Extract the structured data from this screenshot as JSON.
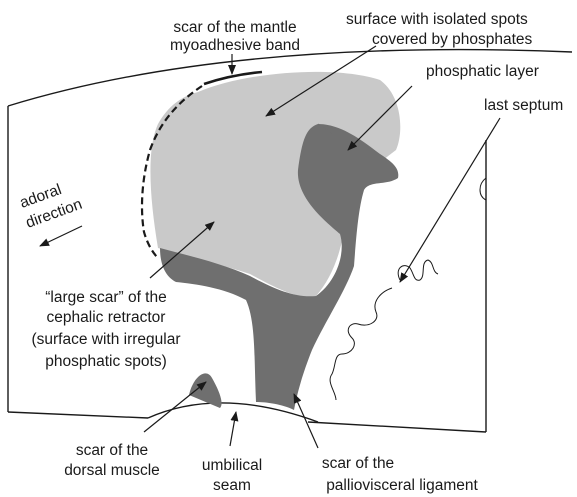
{
  "labels": {
    "mantle_band_1": "scar of the mantle",
    "mantle_band_2": "myoadhesive band",
    "isolated_spots_1": "surface with isolated spots",
    "isolated_spots_2": "covered by phosphates",
    "phosphatic_layer": "phosphatic layer",
    "last_septum": "last septum",
    "adoral_1": "adoral",
    "adoral_2": "direction",
    "large_scar_1": "“large scar” of the",
    "large_scar_2": "cephalic retractor",
    "large_scar_3": "(surface with irregular",
    "large_scar_4": "phosphatic spots)",
    "dorsal_muscle_1": "scar of the",
    "dorsal_muscle_2": "dorsal muscle",
    "umbilical_1": "umbilical",
    "umbilical_2": "seam",
    "palliovisceral_1": "scar of the",
    "palliovisceral_2": "palliovisceral ligament"
  },
  "colors": {
    "light_gray": "#c9c9c9",
    "dark_gray": "#6f6f6f",
    "ink": "#1a1a1a"
  }
}
